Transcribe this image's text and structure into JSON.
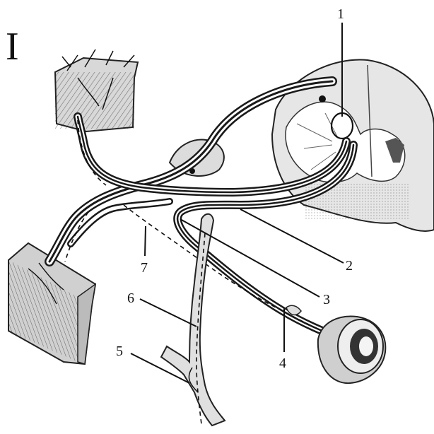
{
  "figure": {
    "roman_numeral": "I",
    "labels": [
      "1",
      "2",
      "3",
      "4",
      "5",
      "6",
      "7"
    ]
  }
}
